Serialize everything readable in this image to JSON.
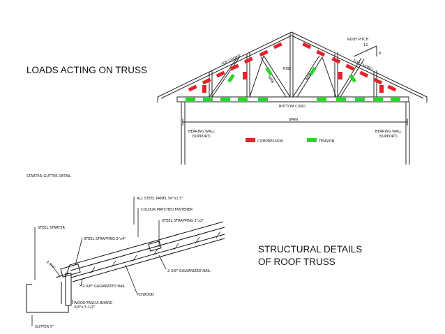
{
  "slide": {
    "caption_loads": "LOADS ACTING ON TRUSS",
    "caption_structural_line1": "STRUCTURAL DETAILS",
    "caption_structural_line2": "OF ROOF TRUSS"
  },
  "truss_drawing": {
    "roof_pitch": "ROOF PITCH",
    "pitch_rise": "12",
    "pitch_run": "8",
    "top_chord_left": "TOP CHORD",
    "top_chord_right": "TOP CHORD",
    "bottom_cord": "BOTTOM CORD",
    "span": "SPAN",
    "rise": "RISE",
    "web": "WEB",
    "bearing_wall_left_1": "BEARING WALL",
    "bearing_wall_left_2": "(SUPPORT)",
    "bearing_wall_right_1": "BEARING WALL",
    "bearing_wall_right_2": "(SUPPORT)",
    "legend_compression": "COMPRESSION",
    "legend_tension": "TENSION",
    "compression_color": "#e8202a",
    "tension_color": "#2fd22f"
  },
  "detail_drawing": {
    "title": "STARTER–GUTTER DETAIL",
    "all_steel_panel": "ALL STEEL PANEL 56\"x1.5\"",
    "colour_fastener": "COLOUR MATCHED FASTENER",
    "steel_strapping_2x2": "STEEL STRAPPING 2\"x2\"",
    "steel_starter": "STEEL STARTER",
    "steel_strapping_2x4": "STEEL STRAPPING 2\"x4\"",
    "dim_3_1_4": "3-1/4\"",
    "plywood": "PLYWOOD",
    "nail_right": "2-3/8\" GALVANIZED NAIL",
    "nail_left": "2-3/8\" GALVANIZED NAIL",
    "fascia_1": "WOOD FASCIA BOARD",
    "fascia_2": "3/4\"x 5-1/2\"",
    "gutter": "GUTTER 5\""
  }
}
